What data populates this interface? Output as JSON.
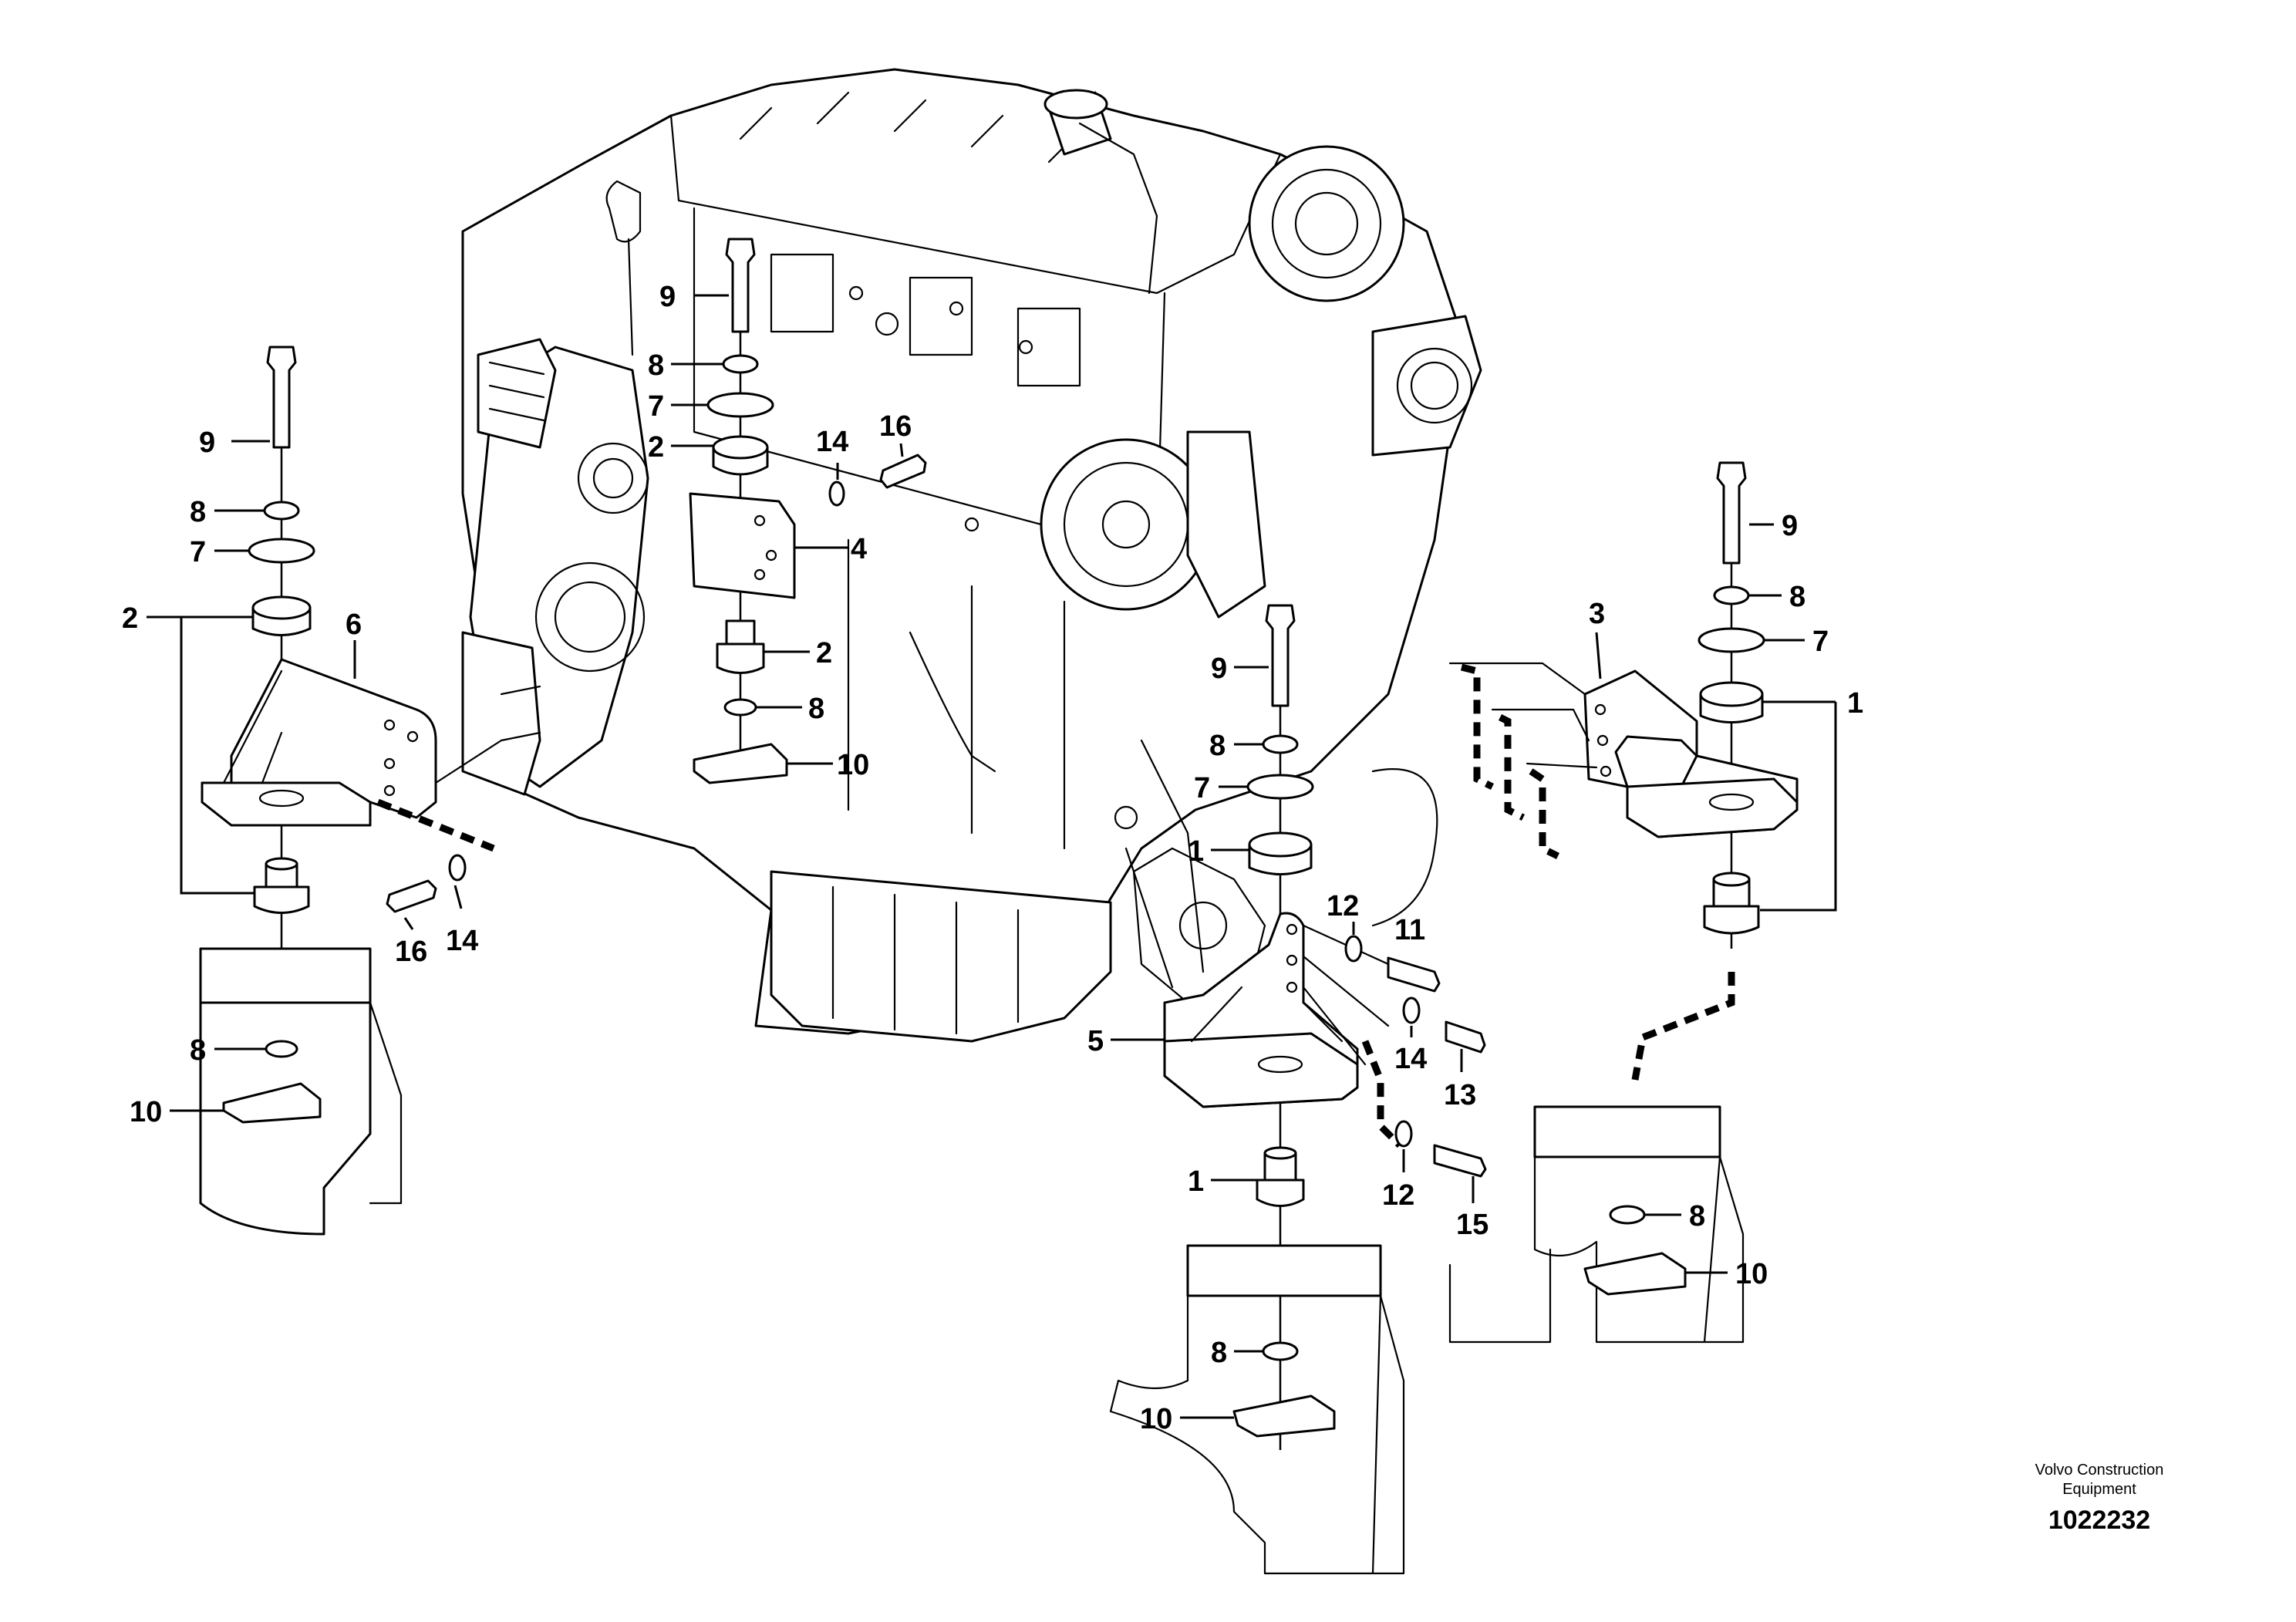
{
  "drawing": {
    "brand_line1": "Volvo Construction",
    "brand_line2": "Equipment",
    "drawing_number": "1022232"
  },
  "callouts": {
    "c1a": "9",
    "c1b": "8",
    "c1c": "7",
    "c1d": "2",
    "c1e": "14",
    "c1f": "16",
    "c1g": "4",
    "c1h": "2",
    "c1i": "8",
    "c1j": "10",
    "c2a": "9",
    "c2b": "8",
    "c2c": "7",
    "c2d": "2",
    "c2e": "6",
    "c2f": "16",
    "c2g": "14",
    "c2h": "8",
    "c2i": "10",
    "c3a": "9",
    "c3b": "8",
    "c3c": "7",
    "c3d": "1",
    "c3e": "12",
    "c3f": "11",
    "c3g": "5",
    "c3h": "14",
    "c3i": "13",
    "c3j": "1",
    "c3k": "12",
    "c3l": "15",
    "c3m": "8",
    "c3n": "10",
    "c4a": "9",
    "c4b": "8",
    "c4c": "7",
    "c4d": "3",
    "c4e": "1",
    "c4f": "8",
    "c4g": "10"
  }
}
